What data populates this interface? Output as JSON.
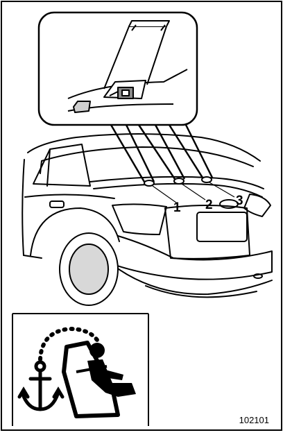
{
  "callouts": [
    {
      "label": "1"
    },
    {
      "label": "2"
    },
    {
      "label": "3"
    }
  ],
  "figure_id": "102101",
  "icons": [
    "anchor-icon",
    "child-seat-icon",
    "child-figure-icon"
  ],
  "colors": {
    "ink": "#000000",
    "paper": "#ffffff",
    "shade": "#8a8a8a"
  }
}
